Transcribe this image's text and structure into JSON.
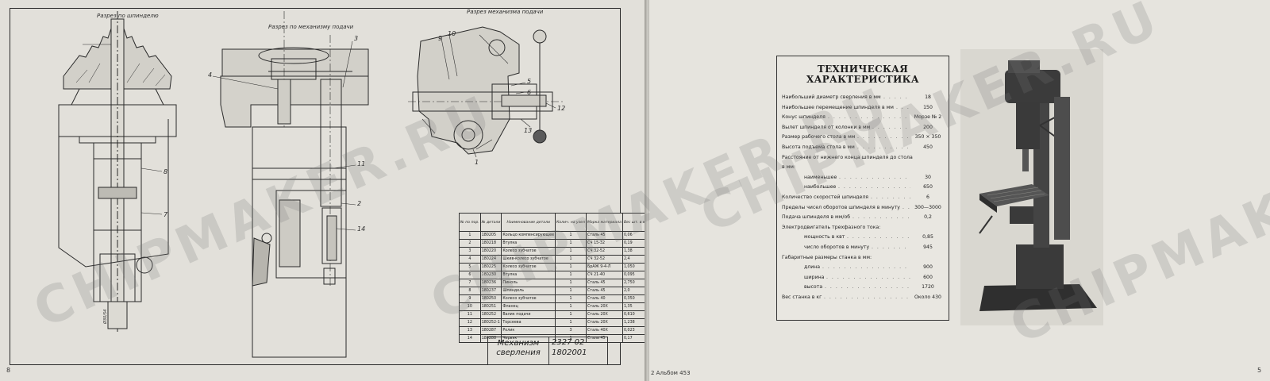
{
  "left_page": {
    "captions": {
      "spindle_section": "Разрез по шпинделю",
      "feed_section": "Разрез по механизму подачи",
      "feed_mech_section": "Разрез механизма подачи"
    },
    "callouts": [
      "8",
      "7",
      "3",
      "11",
      "2",
      "14",
      "5",
      "6",
      "12",
      "13",
      "1",
      "4",
      "9",
      "10"
    ],
    "spindle_mark": "Ø30/54",
    "page_number": "8",
    "parts_table": {
      "headers": [
        "№ по пор.",
        "№ детали",
        "Наименование детали",
        "Колич. на узел",
        "Марка материала",
        "Вес шт. в кг"
      ],
      "rows": [
        [
          "1",
          "180205",
          "Кольцо компенсирующее",
          "1",
          "Сталь 45",
          "0,06"
        ],
        [
          "2",
          "180218",
          "Втулка",
          "1",
          "СЧ 15-32",
          "0,19"
        ],
        [
          "3",
          "180220",
          "Колесо зубчатое",
          "1",
          "СЧ 32-52",
          "1,38"
        ],
        [
          "4",
          "180224",
          "Шкив-колесо зубчатое",
          "1",
          "СЧ 32-52",
          "2,4"
        ],
        [
          "5",
          "180225",
          "Колесо зубчатое",
          "1",
          "БрАЖ 9-4-Л",
          "1,050"
        ],
        [
          "6",
          "180230",
          "Втулка",
          "1",
          "СЧ 21-40",
          "0,095"
        ],
        [
          "7",
          "180236",
          "Пиноль",
          "1",
          "Сталь 45",
          "2,750"
        ],
        [
          "8",
          "180237",
          "Шпиндель",
          "1",
          "Сталь 45",
          "2,0"
        ],
        [
          "9",
          "180250",
          "Колесо зубчатое",
          "1",
          "Сталь 40",
          "0,350"
        ],
        [
          "10",
          "180251",
          "Фланец",
          "1",
          "Сталь 20Х",
          "1,35"
        ],
        [
          "11",
          "180252",
          "Валик подачи",
          "1",
          "Сталь 20Х",
          "0,610"
        ],
        [
          "12",
          "180252-1",
          "Торсеева",
          "1",
          "Сталь 20Х",
          "1,238"
        ],
        [
          "13",
          "180287",
          "Ролик",
          "3",
          "Сталь 40Х",
          "0,023"
        ],
        [
          "14",
          "180288",
          "Червяк",
          "1",
          "Сталь 45",
          "0,17"
        ]
      ]
    },
    "stamp": {
      "name": "Механизм сверления",
      "code_top": "2327 02",
      "code_bottom": "1802001"
    }
  },
  "right_page": {
    "spec": {
      "title_line1": "ТЕХНИЧЕСКАЯ",
      "title_line2": "ХАРАКТЕРИСТИКА",
      "rows": [
        {
          "label": "Наибольший диаметр сверления в мм",
          "value": "18",
          "indent": false
        },
        {
          "label": "Наибольшее перемещение шпинделя в мм",
          "value": "150",
          "indent": false
        },
        {
          "label": "Конус шпинделя",
          "value": "Морзе № 2",
          "indent": false
        },
        {
          "label": "Вылет шпинделя от колонки в мм",
          "value": "200",
          "indent": false
        },
        {
          "label": "Размер рабочего стола в мм",
          "value": "350 × 350",
          "indent": false
        },
        {
          "label": "Высота подъема стола в мм",
          "value": "450",
          "indent": false
        },
        {
          "label": "Расстояние от нижнего конца шпинделя до стола",
          "value": "",
          "indent": false
        },
        {
          "label": "в мм:",
          "value": "",
          "indent": false
        },
        {
          "label": "наименьшее",
          "value": "30",
          "indent": true
        },
        {
          "label": "наибольшее",
          "value": "650",
          "indent": true
        },
        {
          "label": "Количество скоростей шпинделя",
          "value": "6",
          "indent": false
        },
        {
          "label": "Пределы чисел оборотов шпинделя в минуту",
          "value": "300—3000",
          "indent": false
        },
        {
          "label": "Подача шпинделя в мм/об",
          "value": "0,2",
          "indent": false
        },
        {
          "label": "Электродвигатель трехфазного тока:",
          "value": "",
          "indent": false
        },
        {
          "label": "мощность в квт",
          "value": "0,85",
          "indent": true
        },
        {
          "label": "число оборотов в минуту",
          "value": "945",
          "indent": true
        },
        {
          "label": "Габаритные размеры станка в мм:",
          "value": "",
          "indent": false
        },
        {
          "label": "длина",
          "value": "900",
          "indent": true
        },
        {
          "label": "ширина",
          "value": "600",
          "indent": true
        },
        {
          "label": "высота",
          "value": "1720",
          "indent": true
        },
        {
          "label": "Вес станка в кг",
          "value": "Около 430",
          "indent": false
        }
      ]
    },
    "footer": "2  Альбом  453",
    "page_number": "5"
  },
  "watermark": "CHIPMAKER.RU"
}
